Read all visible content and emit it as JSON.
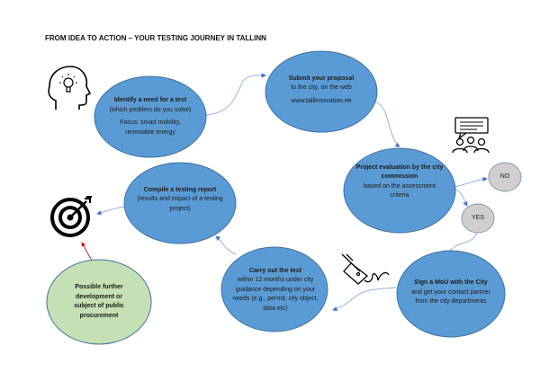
{
  "title": "FROM IDEA TO ACTION – YOUR TESTING JOURNEY IN TALLINN",
  "steps": {
    "identify": {
      "bold": "Identify a need for a test",
      "rest": "(which problem do you solve)",
      "focus": "Focus: smart mobility, renewable energy"
    },
    "submit": {
      "bold": "Submit your proposal",
      "rest": "to the city, on the web",
      "url": "www.tallinnovation.ee"
    },
    "evaluation": {
      "bold": "Project evaluation by the city commission",
      "rest": "based on the assessment criteria"
    },
    "no": "NO",
    "yes": "YES",
    "mou": {
      "bold": "Sign a MoU with the City",
      "rest": "and get your contact partner from the city departments"
    },
    "carry": {
      "bold": "Carry out the test",
      "rest": "within 12 months under city guidance depending on your needs (e.g., permit, city object, data etc)"
    },
    "compile": {
      "bold": "Compile a testing report",
      "rest": "(results and impact of a testing project)"
    },
    "further": {
      "bold": "Possible further development or subject of public procurement"
    }
  },
  "colors": {
    "blue": "#5b9bd5",
    "blue_border": "#41719c",
    "grey": "#d0cece",
    "green": "#c5e0b4",
    "arrow": "#8faadc",
    "red": "#c00000"
  }
}
